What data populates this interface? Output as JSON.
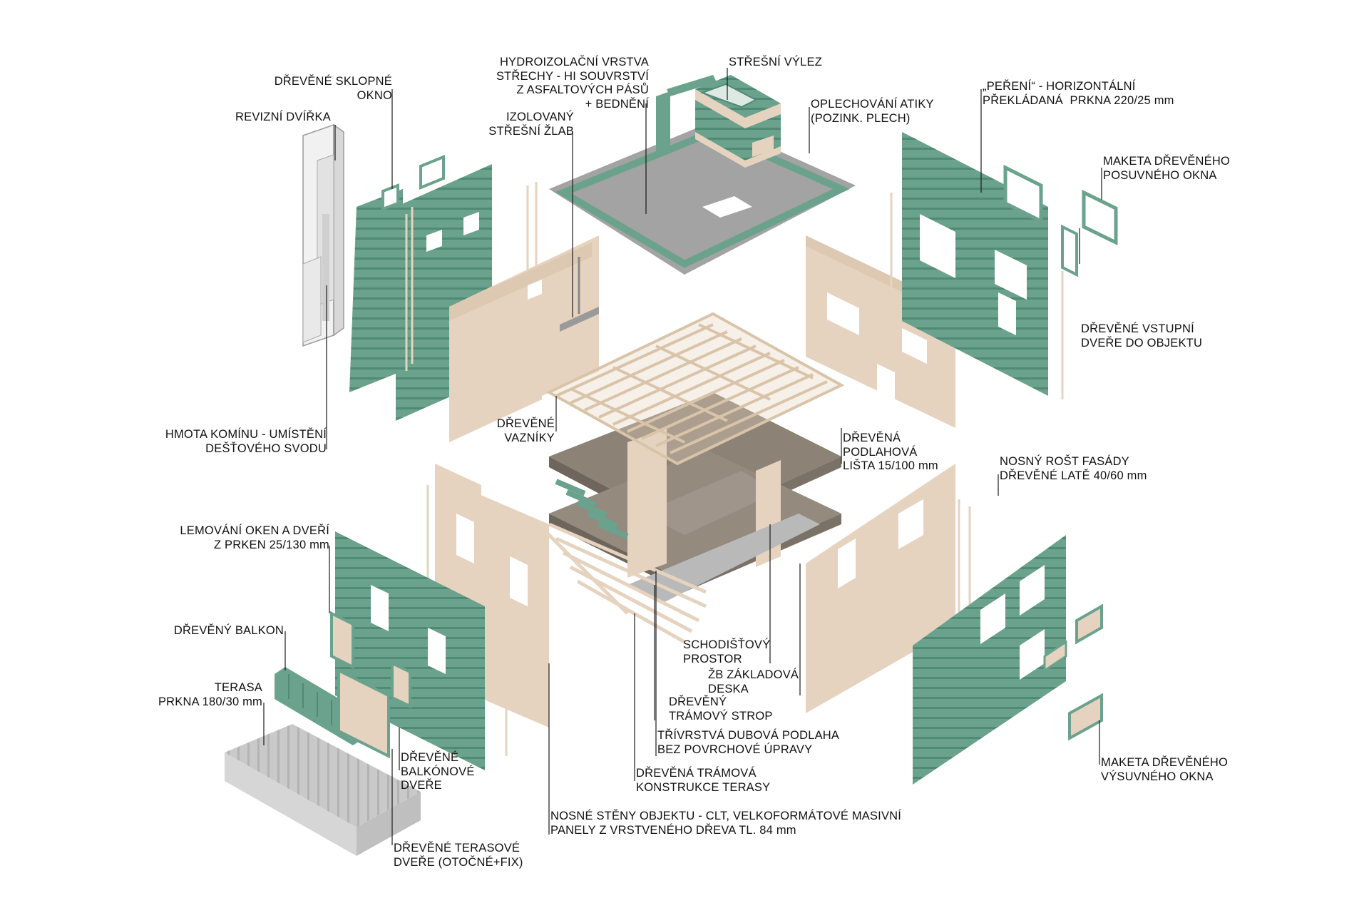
{
  "colors": {
    "cladding": "#6aa28d",
    "cladding_dark": "#4f8a74",
    "clt": "#e6d3bf",
    "clt_edge": "#cdb59c",
    "slab": "#8c8275",
    "roof": "#9b9b9b",
    "concrete": "#b9b9b9",
    "line": "#1a1a1a"
  },
  "icons": {
    "chimney": "chimney-shape",
    "window": "window-frame-shape",
    "door": "door-frame-shape"
  },
  "labels": {
    "roof_waterproofing": "HYDROIZOLAČNÍ VRSTVA\nSTŘECHY - HI SOUVRSTVÍ\nZ ASFALTOVÝCH PÁSŮ\n+ BEDNĚNÍ",
    "roof_hatch": "STŘEŠNÍ VÝLEZ",
    "parapet_flashing": "OPLECHOVÁNÍ ATIKY\n(POZINK. PLECH)",
    "tilt_window": "DŘEVĚNÉ SKLOPNÉ\nOKNO",
    "revision_door": "REVIZNÍ DVÍŘKA",
    "insulated_gutter": "IZOLOVANÝ\nSTŘEŠNÍ ŽLAB",
    "feathering": "„PEŘENÍ“ - HORIZONTÁLNÍ\nPŘEKLÁDANÁ  PRKNA 220/25 mm",
    "sliding_window": "MAKETA DŘEVĚNÉHO\nPOSUVNÉHO OKNA",
    "entrance_door": "DŘEVĚNÉ VSTUPNÍ\nDVEŘE DO OBJEKTU",
    "chimney_mass": "HMOTA KOMÍNU - UMÍSTĚNÍ\nDEŠŤOVÉHO SVODU",
    "trusses": "DŘEVĚNÉ\nVAZNÍKY",
    "skirting": "DŘEVĚNÁ\nPODLAHOVÁ\nLIŠTA 15/100 mm",
    "facade_grid": "NOSNÝ ROŠT FASÁDY\nDŘEVĚNÉ LATĚ 40/60 mm",
    "window_trim": "LEMOVÁNÍ OKEN A DVEŘÍ\nZ PRKEN 25/130 mm",
    "balcony": "DŘEVĚNÝ BALKON",
    "terrace": "TERASA\nPRKNA 180/30 mm",
    "stair_space": "SCHODIŠŤOVÝ\nPROSTOR",
    "foundation_slab": "ŽB ZÁKLADOVÁ\nDESKA",
    "beam_ceiling": "DŘEVĚNÝ\nTRÁMOVÝ STROP",
    "oak_floor": "TŘÍVRSTVÁ DUBOVÁ PODLAHA\nBEZ POVRCHOVÉ ÚPRAVY",
    "balcony_door": "DŘEVĚNÉ\nBALKÓNOVÉ\nDVEŘE",
    "terrace_structure": "DŘEVĚNÁ TRÁMOVÁ\nKONSTRUKCE TERASY",
    "pullout_window": "MAKETA DŘEVĚNÉHO\nVÝSUVNÉHO OKNA",
    "load_walls": "NOSNÉ STĚNY OBJEKTU - CLT, VELKOFORMÁTOVÉ MASIVNÍ\nPANELY Z VRSTVENÉHO DŘEVA TL. 84 mm",
    "terrace_door": "DŘEVĚNÉ TERASOVÉ\nDVEŘE (OTOČNÉ+FIX)"
  }
}
